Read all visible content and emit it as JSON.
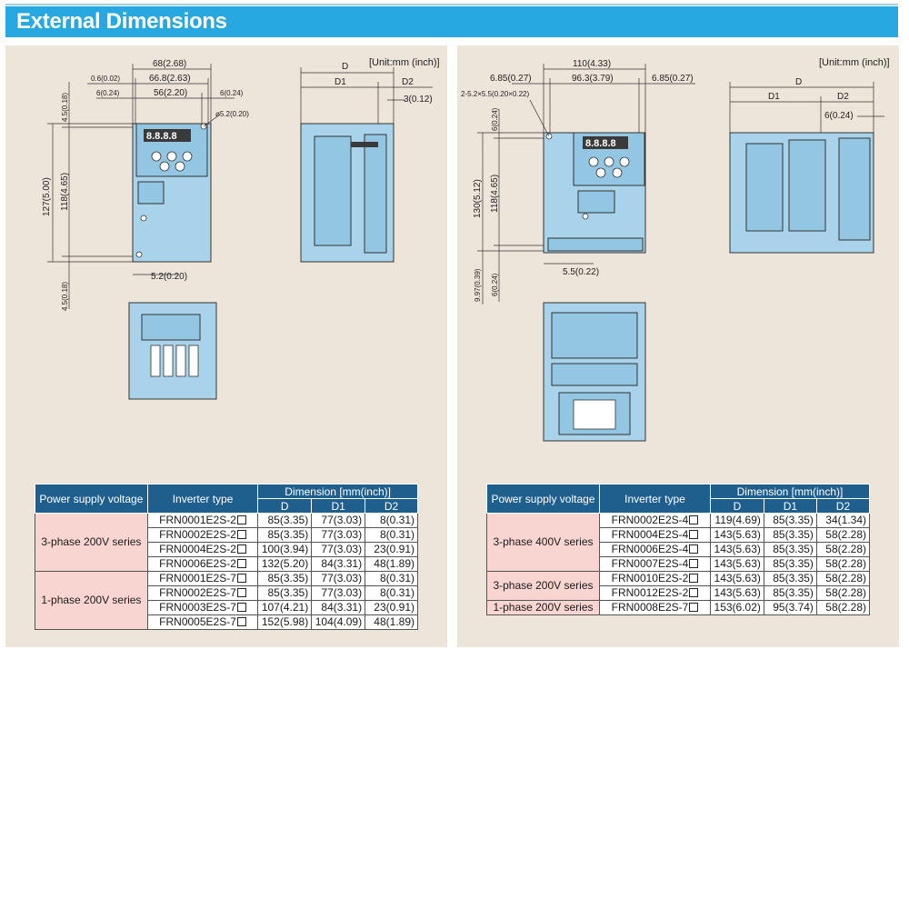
{
  "title": "External Dimensions",
  "left": {
    "unit": "[Unit:mm (inch)]",
    "dims": {
      "w_total": "68(2.68)",
      "w_pitch": "66.8(2.63)",
      "w_in": "56(2.20)",
      "m_left": "6(0.24)",
      "m_right": "6(0.24)",
      "off_small": "0.6(0.02)",
      "hole": "ø5.2(0.20)",
      "h_top": "4.5(0.18)",
      "h_total": "127(5.00)",
      "h_pitch": "118(4.65)",
      "h_bottom": "4.5(0.18)",
      "slot": "5.2(0.20)",
      "side_D": "D",
      "side_D1": "D1",
      "side_D2": "D2",
      "side_small": "3(0.12)",
      "display": "8.8.8.8"
    },
    "table": {
      "h_power": "Power supply voltage",
      "h_type": "Inverter type",
      "h_dim": "Dimension [mm(inch)]",
      "h_D": "D",
      "h_D1": "D1",
      "h_D2": "D2",
      "groups": [
        {
          "label": "3-phase 200V series",
          "rows": [
            {
              "type": "FRN0001E2S-2",
              "D": "85(3.35)",
              "D1": "77(3.03)",
              "D2": "8(0.31)"
            },
            {
              "type": "FRN0002E2S-2",
              "D": "85(3.35)",
              "D1": "77(3.03)",
              "D2": "8(0.31)"
            },
            {
              "type": "FRN0004E2S-2",
              "D": "100(3.94)",
              "D1": "77(3.03)",
              "D2": "23(0.91)"
            },
            {
              "type": "FRN0006E2S-2",
              "D": "132(5.20)",
              "D1": "84(3.31)",
              "D2": "48(1.89)"
            }
          ]
        },
        {
          "label": "1-phase 200V series",
          "rows": [
            {
              "type": "FRN0001E2S-7",
              "D": "85(3.35)",
              "D1": "77(3.03)",
              "D2": "8(0.31)"
            },
            {
              "type": "FRN0002E2S-7",
              "D": "85(3.35)",
              "D1": "77(3.03)",
              "D2": "8(0.31)"
            },
            {
              "type": "FRN0003E2S-7",
              "D": "107(4.21)",
              "D1": "84(3.31)",
              "D2": "23(0.91)"
            },
            {
              "type": "FRN0005E2S-7",
              "D": "152(5.98)",
              "D1": "104(4.09)",
              "D2": "48(1.89)"
            }
          ]
        }
      ]
    }
  },
  "right": {
    "unit": "[Unit:mm (inch)]",
    "dims": {
      "w_total": "110(4.33)",
      "w_left": "6.85(0.27)",
      "w_pitch": "96.3(3.79)",
      "w_right": "6.85(0.27)",
      "hole": "2-5.2×5.5(0.20×0.22)",
      "h_top": "6(0.24)",
      "h_total": "130(5.12)",
      "h_pitch": "118(4.65)",
      "h_bottom": "6(0.24)",
      "h_base": "9.97(0.39)",
      "slot": "5.5(0.22)",
      "side_D": "D",
      "side_D1": "D1",
      "side_D2": "D2",
      "side_small": "6(0.24)",
      "display": "8.8.8.8"
    },
    "table": {
      "h_power": "Power supply voltage",
      "h_type": "Inverter type",
      "h_dim": "Dimension [mm(inch)]",
      "h_D": "D",
      "h_D1": "D1",
      "h_D2": "D2",
      "groups": [
        {
          "label": "3-phase 400V series",
          "rows": [
            {
              "type": "FRN0002E2S-4",
              "D": "119(4.69)",
              "D1": "85(3.35)",
              "D2": "34(1.34)"
            },
            {
              "type": "FRN0004E2S-4",
              "D": "143(5.63)",
              "D1": "85(3.35)",
              "D2": "58(2.28)"
            },
            {
              "type": "FRN0006E2S-4",
              "D": "143(5.63)",
              "D1": "85(3.35)",
              "D2": "58(2.28)"
            },
            {
              "type": "FRN0007E2S-4",
              "D": "143(5.63)",
              "D1": "85(3.35)",
              "D2": "58(2.28)"
            }
          ]
        },
        {
          "label": "3-phase 200V series",
          "rows": [
            {
              "type": "FRN0010E2S-2",
              "D": "143(5.63)",
              "D1": "85(3.35)",
              "D2": "58(2.28)"
            },
            {
              "type": "FRN0012E2S-2",
              "D": "143(5.63)",
              "D1": "85(3.35)",
              "D2": "58(2.28)"
            }
          ]
        },
        {
          "label": "1-phase 200V series",
          "rows": [
            {
              "type": "FRN0008E2S-7",
              "D": "153(6.02)",
              "D1": "95(3.74)",
              "D2": "58(2.28)"
            }
          ]
        }
      ]
    }
  }
}
